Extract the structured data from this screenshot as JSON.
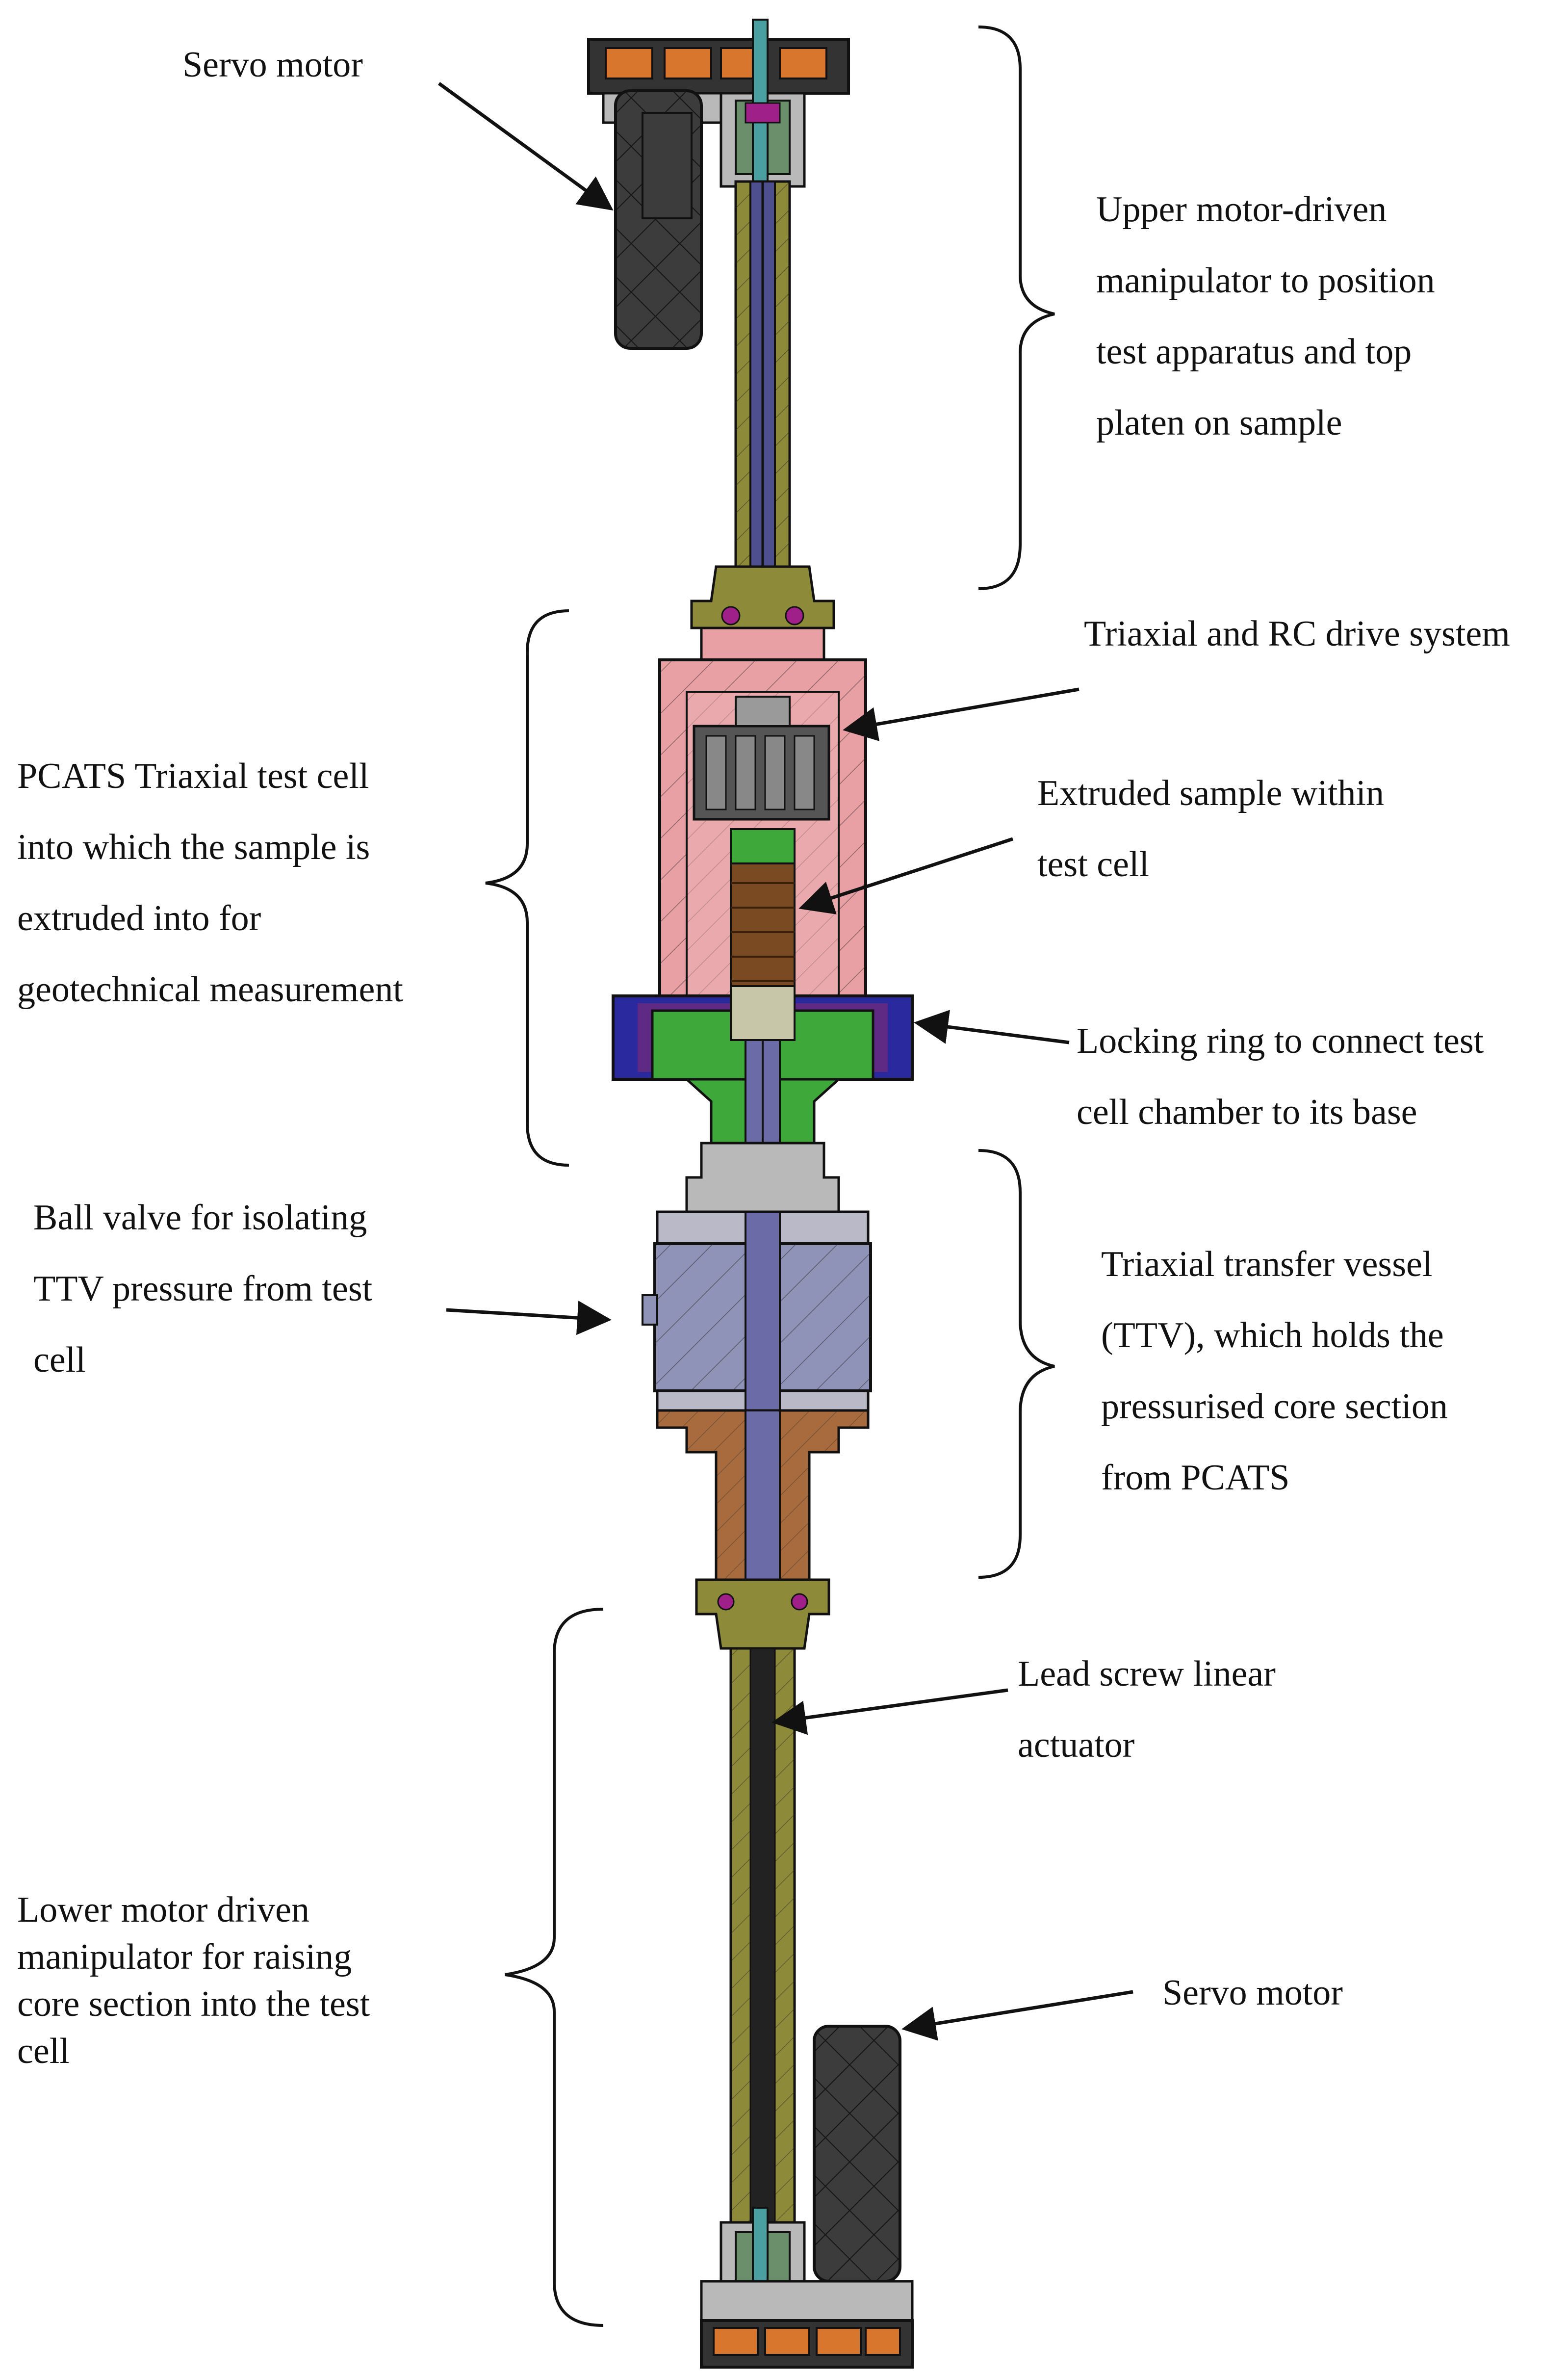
{
  "labels": {
    "servo_motor_top": [
      "Servo motor"
    ],
    "upper_manipulator": [
      "Upper motor-driven",
      "manipulator to position",
      "test apparatus and top",
      "platen on sample"
    ],
    "drive_system": [
      "Triaxial and RC drive system"
    ],
    "pcats_cell": [
      "PCATS Triaxial test cell",
      "into which the sample is",
      "extruded into for",
      "geotechnical measurement"
    ],
    "extruded_sample": [
      "Extruded sample within",
      "test cell"
    ],
    "locking_ring": [
      "Locking ring to connect test",
      "cell chamber to its base"
    ],
    "ball_valve": [
      "Ball valve for isolating",
      "TTV pressure from test",
      "cell"
    ],
    "ttv": [
      "Triaxial transfer vessel",
      "(TTV), which holds the",
      "pressurised core section",
      "from PCATS"
    ],
    "lead_screw": [
      "Lead screw linear",
      "actuator"
    ],
    "lower_manipulator": [
      "Lower motor driven",
      "manipulator for raising",
      "core section into the test",
      "cell"
    ],
    "servo_motor_bottom": [
      "Servo motor"
    ]
  },
  "colors": {
    "test_cell": "#e8a0a4",
    "test_cell_dark": "#c97a80",
    "locking_ring": "#2a2a9e",
    "base_green": "#3fa83a",
    "ttv_body": "#8f93b8",
    "ttv_lower": "#a86b3e",
    "shaft_olive": "#8d8a3a",
    "shaft_blue": "#4e4f8e",
    "motor_gray": "#3c3c3c",
    "flange_orange": "#d9762e",
    "sample_brown": "#7a4a22",
    "grey_part": "#b9b9b9",
    "magenta": "#a0208a",
    "line": "#111111"
  }
}
